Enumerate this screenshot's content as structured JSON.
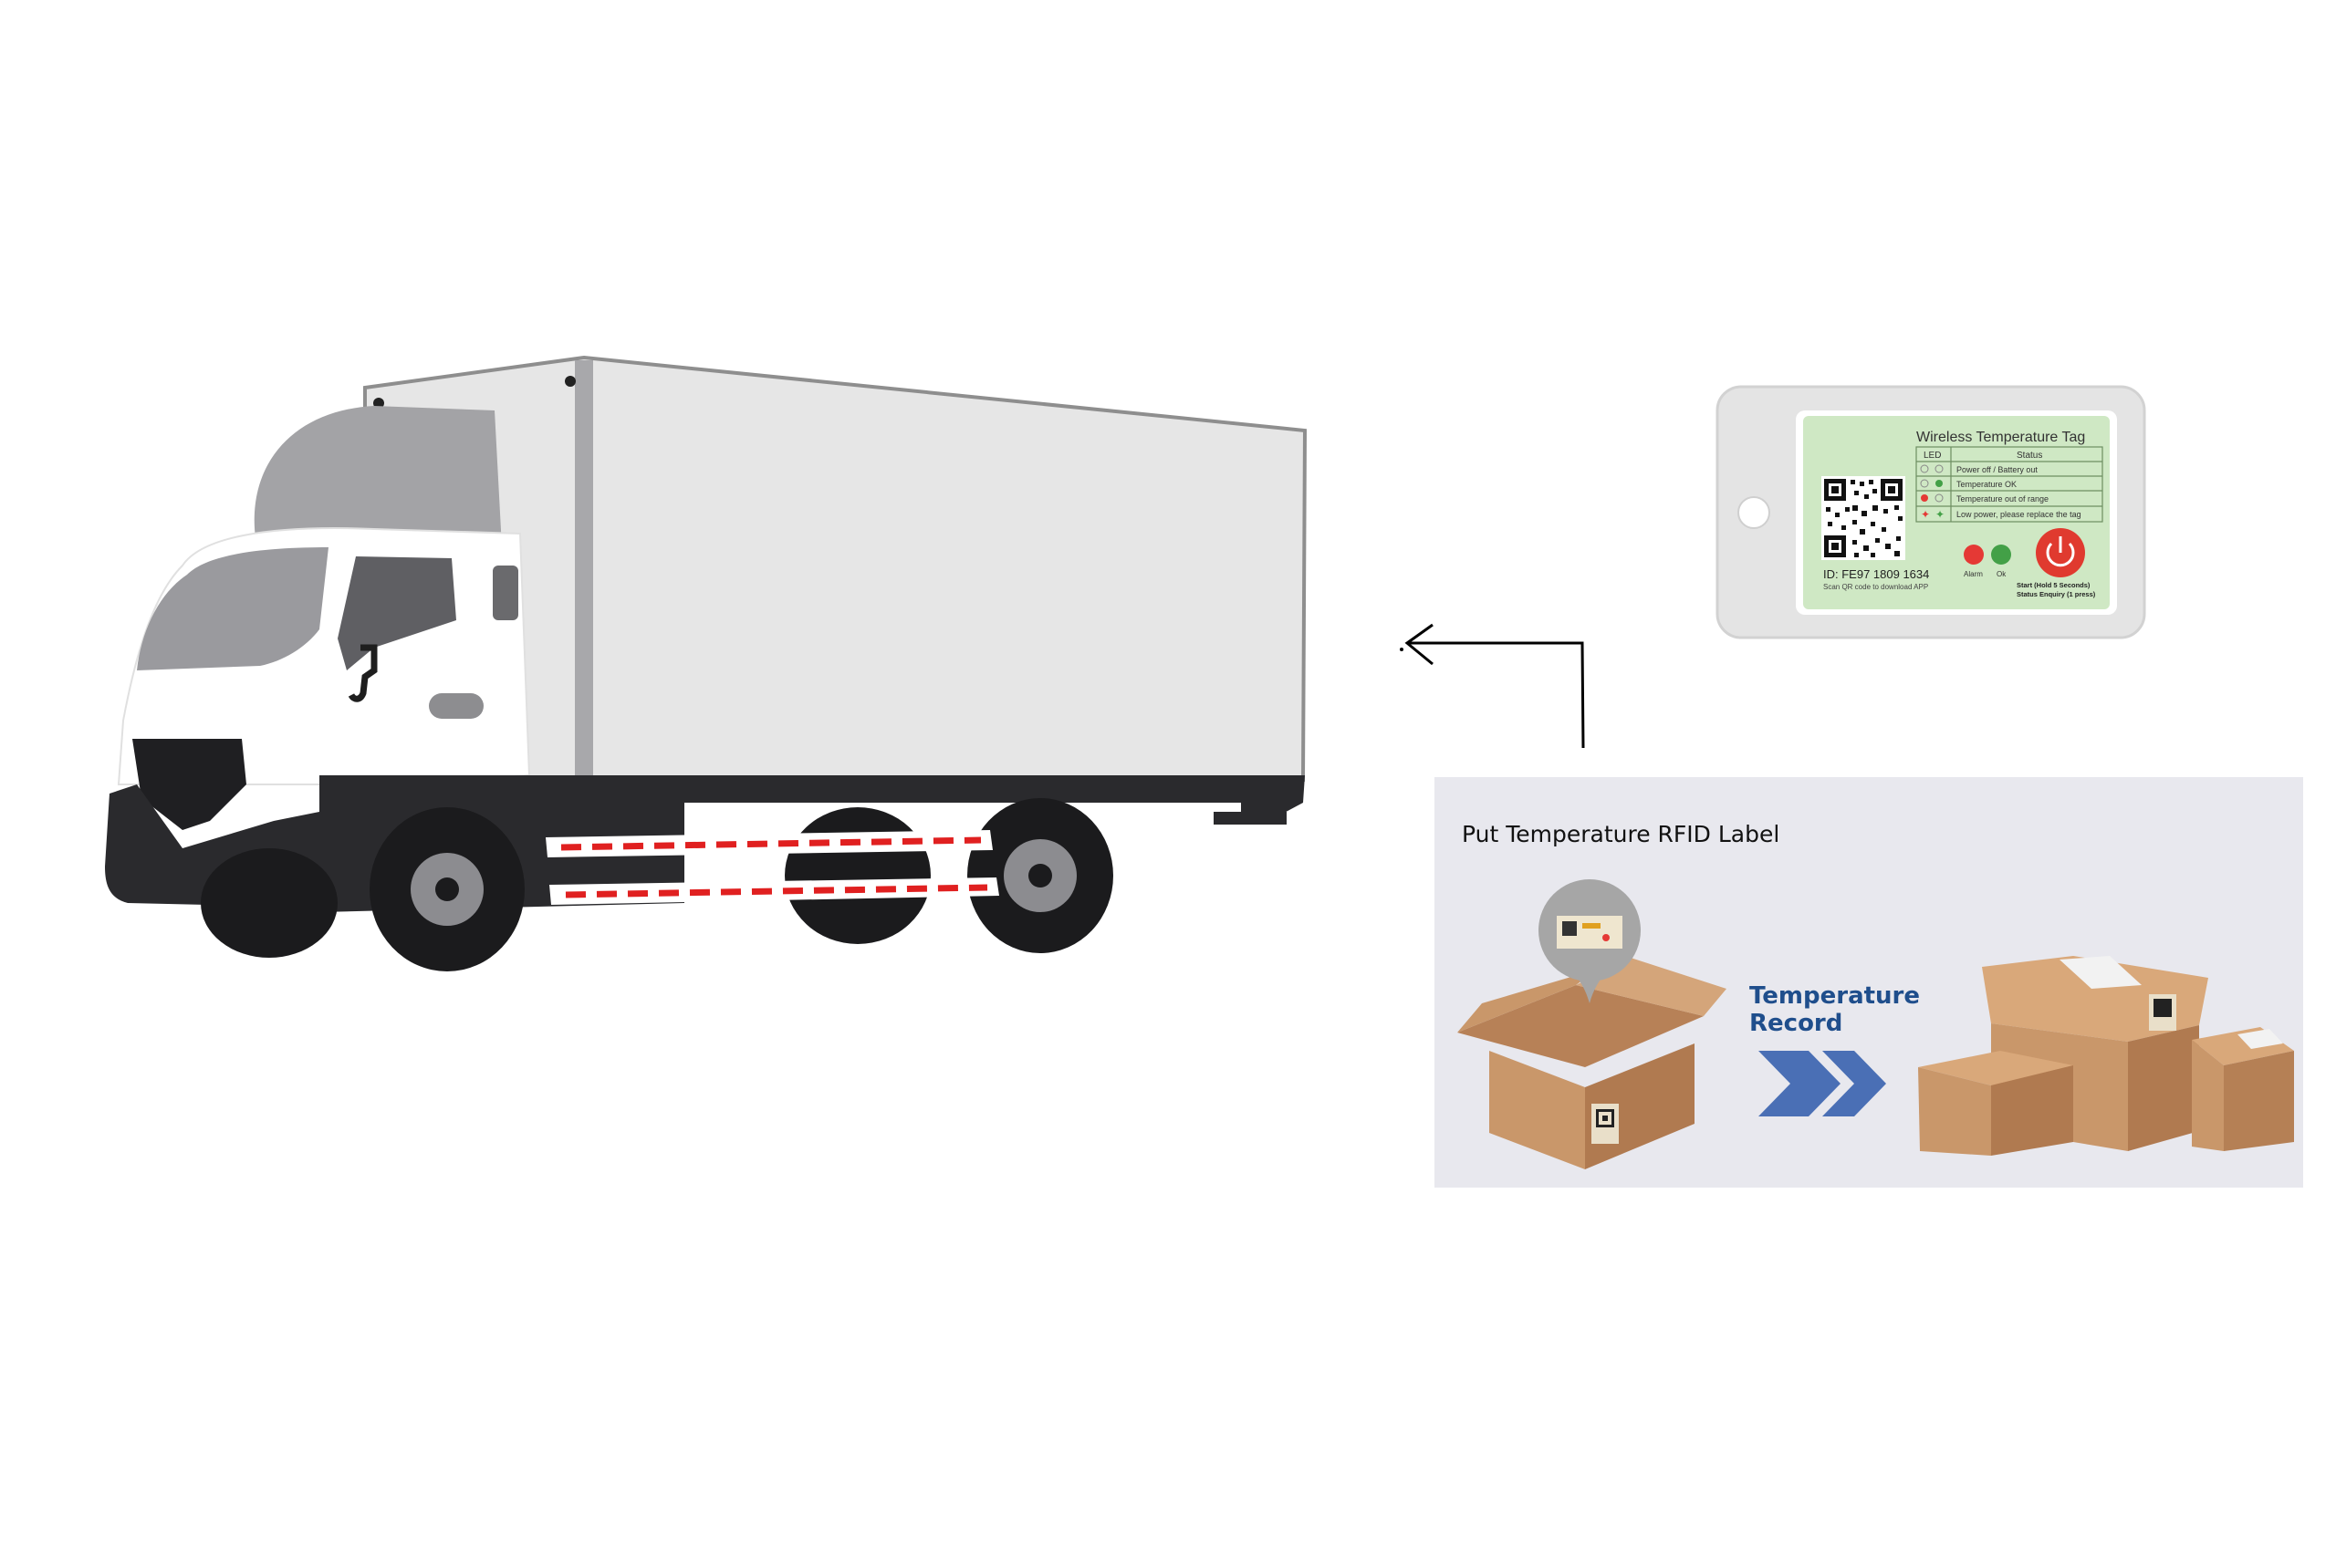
{
  "tag": {
    "title": "Wireless Temperature Tag",
    "headers": [
      "LED",
      "Status"
    ],
    "rows": [
      "Power off / Battery out",
      "Temperature OK",
      "Temperature out of range",
      "Low power, please replace the tag"
    ],
    "alarm_label": "Alarm",
    "ok_label": "Ok",
    "id_text": "ID: FE97 1809 1634",
    "scan_text": "Scan QR code to download APP",
    "start_text": "Start (Hold 5 Seconds)",
    "status_text": "Status Enquiry (1 press)",
    "colors": {
      "face": "#cfe8c4",
      "alarm": "#e53935",
      "ok": "#43a047",
      "power": "#e03a2f"
    }
  },
  "panel": {
    "title": "Put Temperature RFID Label",
    "step_label_line1": "Temperature",
    "step_label_line2": "Record",
    "colors": {
      "chevron": "#4a6fb5",
      "box": "#c9976a",
      "bg": "#e8e8ee"
    }
  },
  "truck": {
    "colors": {
      "cab": "#ffffff",
      "glass": "#9a9a9e",
      "box": "#e6e6e6",
      "chassis": "#2a2a2d",
      "stripe": "#e02020"
    }
  },
  "icons": [
    "truck-icon",
    "arrow-left-icon",
    "chevron-right-icon",
    "power-icon",
    "qr-code-icon",
    "cardboard-box-icon",
    "location-pin-icon"
  ]
}
